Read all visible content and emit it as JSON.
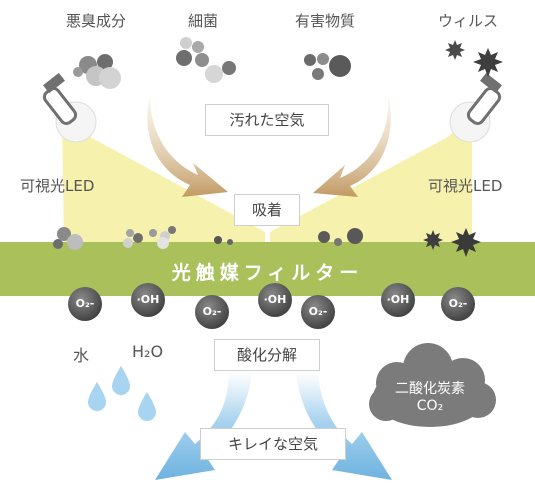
{
  "pollutants": {
    "odor": "悪臭成分",
    "bacteria": "細菌",
    "harmful": "有害物質",
    "virus": "ウィルス"
  },
  "labels": {
    "dirty_air": "汚れた空気",
    "visible_led_left": "可視光LED",
    "visible_led_right": "可視光LED",
    "adsorption": "吸着",
    "filter": "光触媒フィルター",
    "oxidative_decomposition": "酸化分解",
    "clean_air": "キレイな空気",
    "water": "水",
    "h2o": "H₂O"
  },
  "molecules": [
    "O₂-",
    "·OH",
    "O₂-",
    "·OH",
    "O₂-",
    "·OH",
    "O₂-"
  ],
  "cloud": {
    "line1": "二酸化炭素",
    "line2": "CO₂"
  },
  "colors": {
    "filter_green": "#a9c05b",
    "light_yellow": "#f4ef9e",
    "arrow_tan": "#c9a777",
    "arrow_blue": "#8ec5e6",
    "molecule_dark": "#505050",
    "cloud_gray": "#7b7b7b"
  }
}
